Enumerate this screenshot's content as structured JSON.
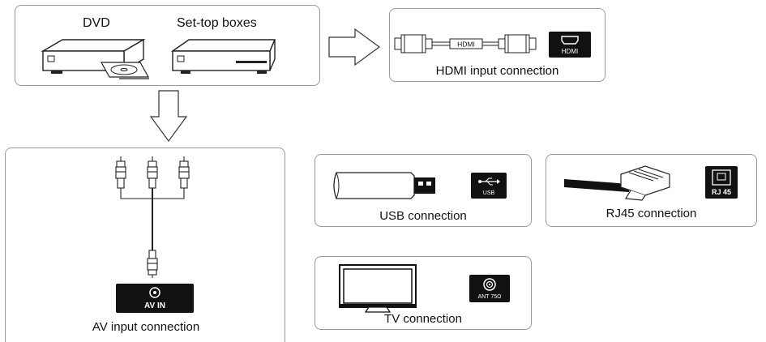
{
  "sources": {
    "dvd_label": "DVD",
    "settop_label": "Set-top boxes"
  },
  "hdmi": {
    "cable_label": "HDMI",
    "port_label": "HDMI",
    "caption": "HDMI input connection"
  },
  "av": {
    "port_label": "AV IN",
    "caption": "AV input connection"
  },
  "usb": {
    "port_label": "USB",
    "caption": "USB connection"
  },
  "rj45": {
    "port_label": "RJ 45",
    "caption": "RJ45 connection"
  },
  "tv": {
    "port_label": "ANT 75Ω",
    "caption": "TV connection"
  },
  "icons": [
    "dvd-player-icon",
    "set-top-box-icon",
    "arrow-right-icon",
    "arrow-down-icon",
    "hdmi-cable-icon",
    "hdmi-port-icon",
    "rca-cable-icon",
    "av-in-port-icon",
    "usb-stick-icon",
    "usb-port-icon",
    "ethernet-plug-icon",
    "rj45-port-icon",
    "tv-icon",
    "antenna-port-icon"
  ]
}
